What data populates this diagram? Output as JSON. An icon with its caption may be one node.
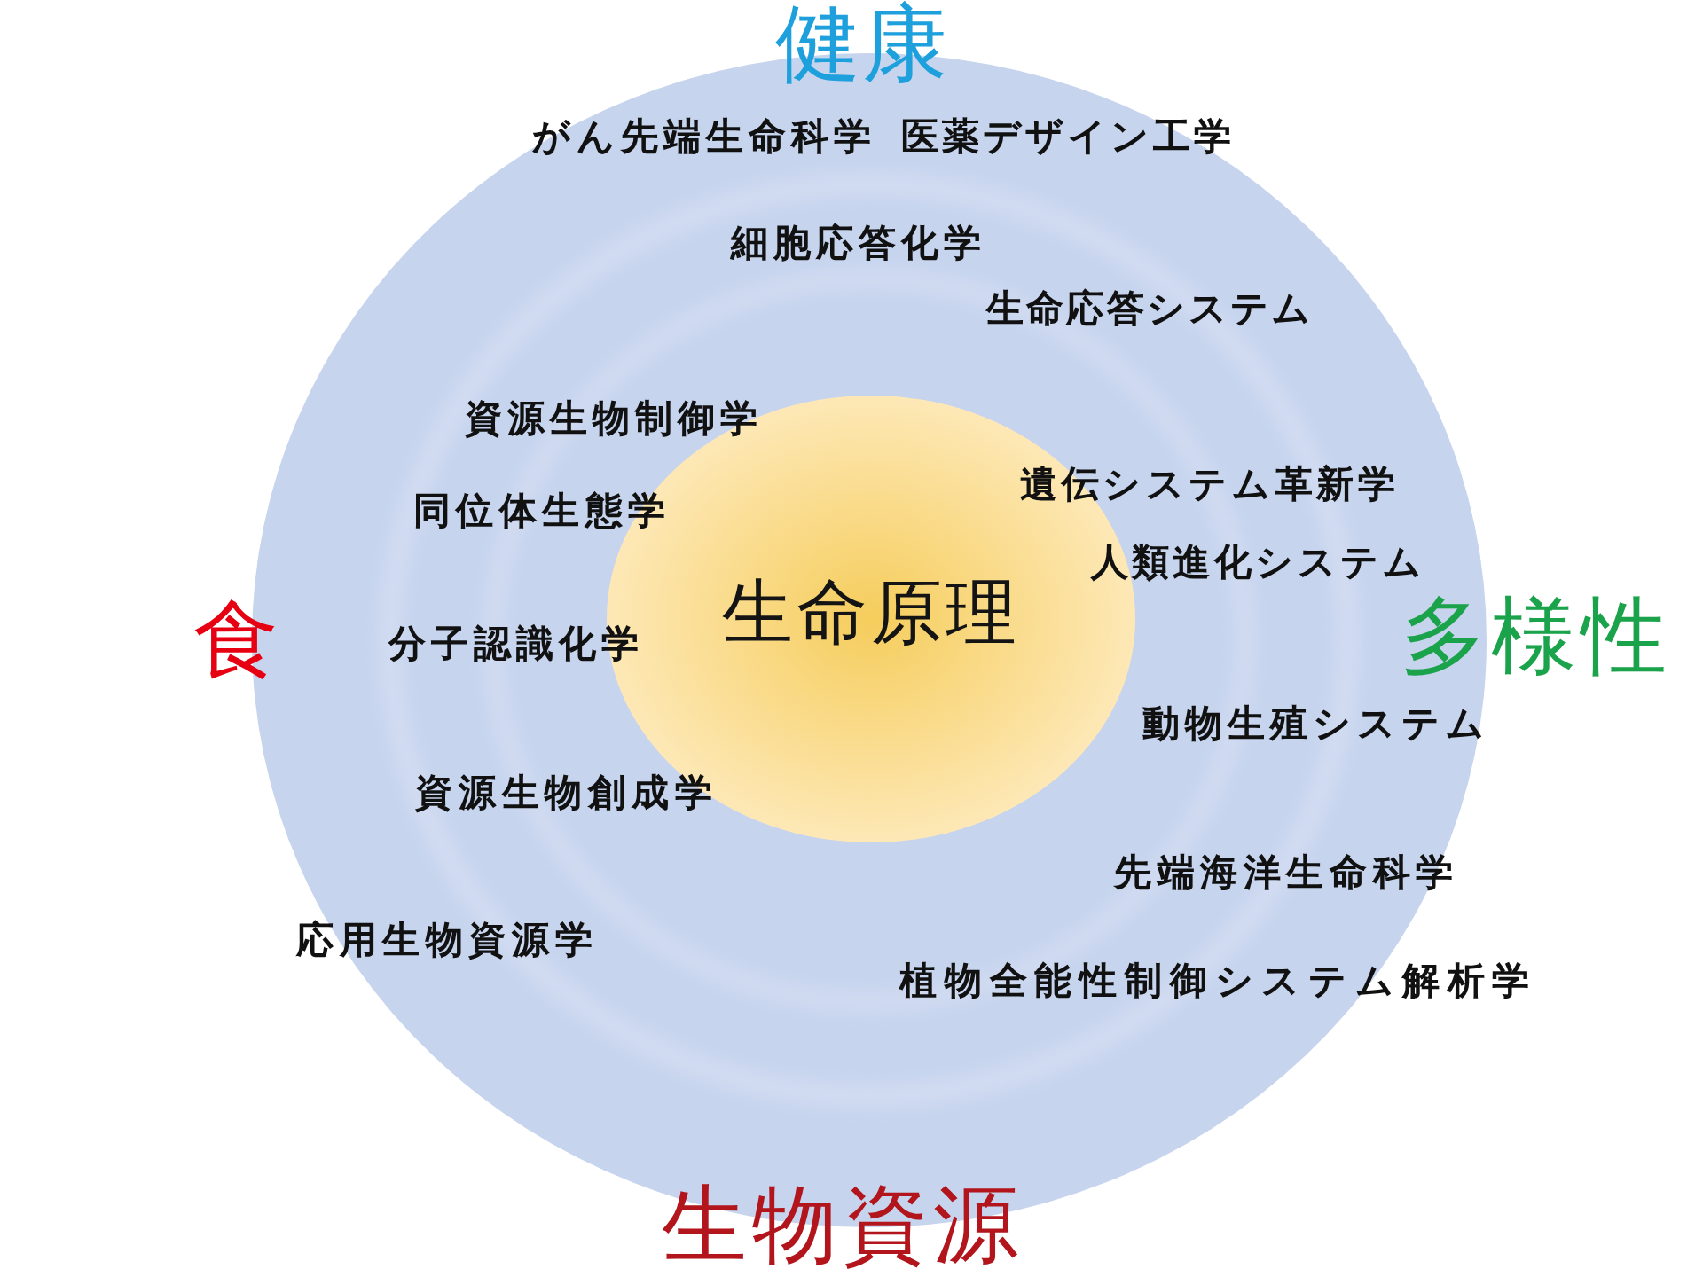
{
  "diagram": {
    "nodes": [
      {
        "text": [
          "がん先端生命科学",
          "医薬デザイン工学",
          "細胞応答化学",
          "生命応答システム",
          "資源生物制御学",
          "遺伝システム革新学",
          "同位体生態学",
          "人類進化システム",
          "分子認識化学",
          "動物生殖システム",
          "資源生物創成学",
          "先端海洋生命科学",
          "応用生物資源学",
          "植物全能性制御システム解析学"
        ]
      },
      {
        "text": [
          "生命原理"
        ],
        "in": 0
      }
    ],
    "labels": [
      "健康",
      "食",
      "多様性",
      "生物資源"
    ]
  }
}
